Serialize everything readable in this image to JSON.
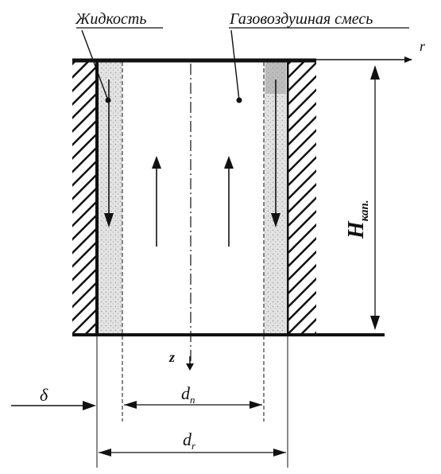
{
  "labels": {
    "liquid": "Жидкость",
    "gas_mixture": "Газовоздушная смесь",
    "axis_r": "r",
    "height": "H",
    "height_sub": "кап.",
    "z": "z",
    "delta": "δ",
    "d_p": "d",
    "d_p_sub": "п",
    "d_r": "d",
    "d_r_sub": "r"
  },
  "colors": {
    "ink": "#111111",
    "film": "#dcdcdc",
    "film_dark": "#b8b8b8",
    "background": "#ffffff"
  }
}
